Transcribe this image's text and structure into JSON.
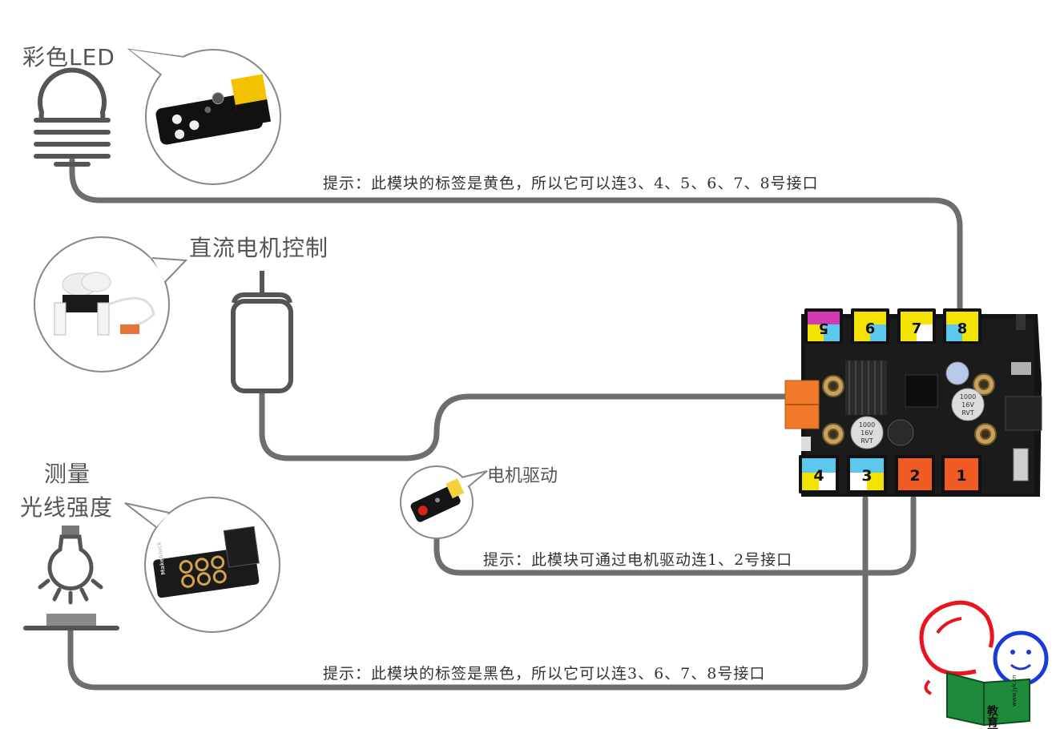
{
  "labels": {
    "rgb_led": "彩色LED",
    "dc_motor": "直流电机控制",
    "motor_driver": "电机驱动",
    "light_sensor_line1": "测量",
    "light_sensor_line2": "光线强度"
  },
  "hints": {
    "rgb_led": "提示：此模块的标签是黄色，所以它可以连3、4、5、6、7、8号接口",
    "motor": "提示：此模块可通过电机驱动连1、2号接口",
    "light_sensor": "提示：此模块的标签是黑色，所以它可以连3、6、7、8号接口"
  },
  "board": {
    "ports_top": [
      "5",
      "6",
      "7",
      "8"
    ],
    "ports_bottom": [
      "4",
      "3",
      "2",
      "1"
    ],
    "cap_line1": "1000",
    "cap_line2": "16V",
    "cap_line3": "RVT"
  },
  "sensor_brand": "Makeblock",
  "logo": {
    "text": "教育百科",
    "url": "www.jyk.cn"
  },
  "colors": {
    "wire": "#6e6e6e",
    "icon_stroke": "#555555",
    "port_magenta": "#d23ab4",
    "port_yellow": "#f2e400",
    "port_cyan": "#5cc8ee",
    "port_orange": "#f05a24",
    "logo_red": "#e8141e",
    "logo_blue": "#1a3bd8",
    "logo_green": "#1e8a3c"
  }
}
